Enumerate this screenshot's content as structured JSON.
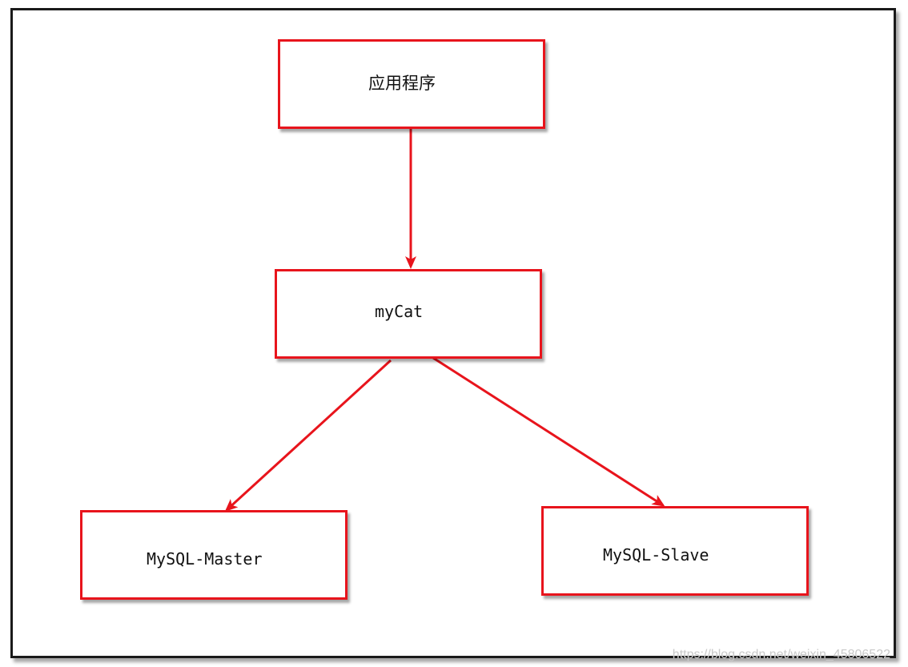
{
  "diagram": {
    "nodes": [
      {
        "id": "app",
        "label": "应用程序"
      },
      {
        "id": "mycat",
        "label": "myCat"
      },
      {
        "id": "master",
        "label": "MySQL-Master"
      },
      {
        "id": "slave",
        "label": "MySQL-Slave"
      }
    ],
    "edges": [
      {
        "from": "app",
        "to": "mycat"
      },
      {
        "from": "mycat",
        "to": "master"
      },
      {
        "from": "mycat",
        "to": "slave"
      }
    ],
    "colors": {
      "node_border": "#e8141c",
      "edge": "#e8141c",
      "frame": "#1a1a1a"
    }
  },
  "watermark": "https://blog.csdn.net/weixin_45806522"
}
